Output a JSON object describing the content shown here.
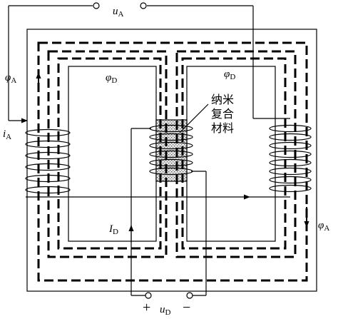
{
  "labels": {
    "u_A": {
      "main": "u",
      "sub": "A"
    },
    "phi_A_left": {
      "main": "φ",
      "sub": "A"
    },
    "phi_A_right": {
      "main": "φ",
      "sub": "A"
    },
    "phi_D_left": {
      "main": "φ",
      "sub": "D"
    },
    "phi_D_right": {
      "main": "φ",
      "sub": "D"
    },
    "i_A": {
      "main": "i",
      "sub": "A"
    },
    "I_D": {
      "main": "I",
      "sub": "D"
    },
    "u_D": {
      "main": "u",
      "sub": "D"
    },
    "plus": "+",
    "minus": "−"
  },
  "nano_material": [
    "纳米",
    "复合",
    "材料"
  ]
}
